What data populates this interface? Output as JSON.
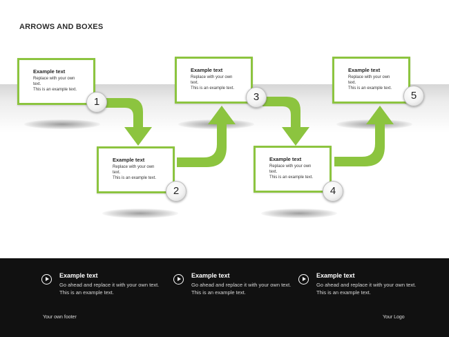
{
  "page": {
    "title": "ARROWS AND BOXES"
  },
  "boxes": [
    {
      "number": "1",
      "title": "Example text",
      "line1": "Replace with your own",
      "line2": "text.",
      "line3": "This is an example text."
    },
    {
      "number": "2",
      "title": "Example text",
      "line1": "Replace with your own",
      "line2": "text.",
      "line3": "This is an example text."
    },
    {
      "number": "3",
      "title": "Example text",
      "line1": "Replace with your own",
      "line2": "text.",
      "line3": "This is an example text."
    },
    {
      "number": "4",
      "title": "Example text",
      "line1": "Replace with your own",
      "line2": "text.",
      "line3": "This is an example text."
    },
    {
      "number": "5",
      "title": "Example text",
      "line1": "Replace with your own",
      "line2": "text.",
      "line3": "This is an example text."
    }
  ],
  "footer": {
    "items": [
      {
        "title": "Example text",
        "body": "Go ahead and replace it with your own text. This is an example text."
      },
      {
        "title": "Example text",
        "body": "Go ahead and replace it with your own text. This is an example text."
      },
      {
        "title": "Example text",
        "body": "Go ahead and replace it with your own text. This is an example text."
      }
    ],
    "left_text": "Your own footer",
    "right_text": "Your Logo"
  },
  "colors": {
    "accent": "#8cc43f",
    "footer_bg": "#111111"
  },
  "icons": {
    "footer_item": "play-circle-icon"
  }
}
